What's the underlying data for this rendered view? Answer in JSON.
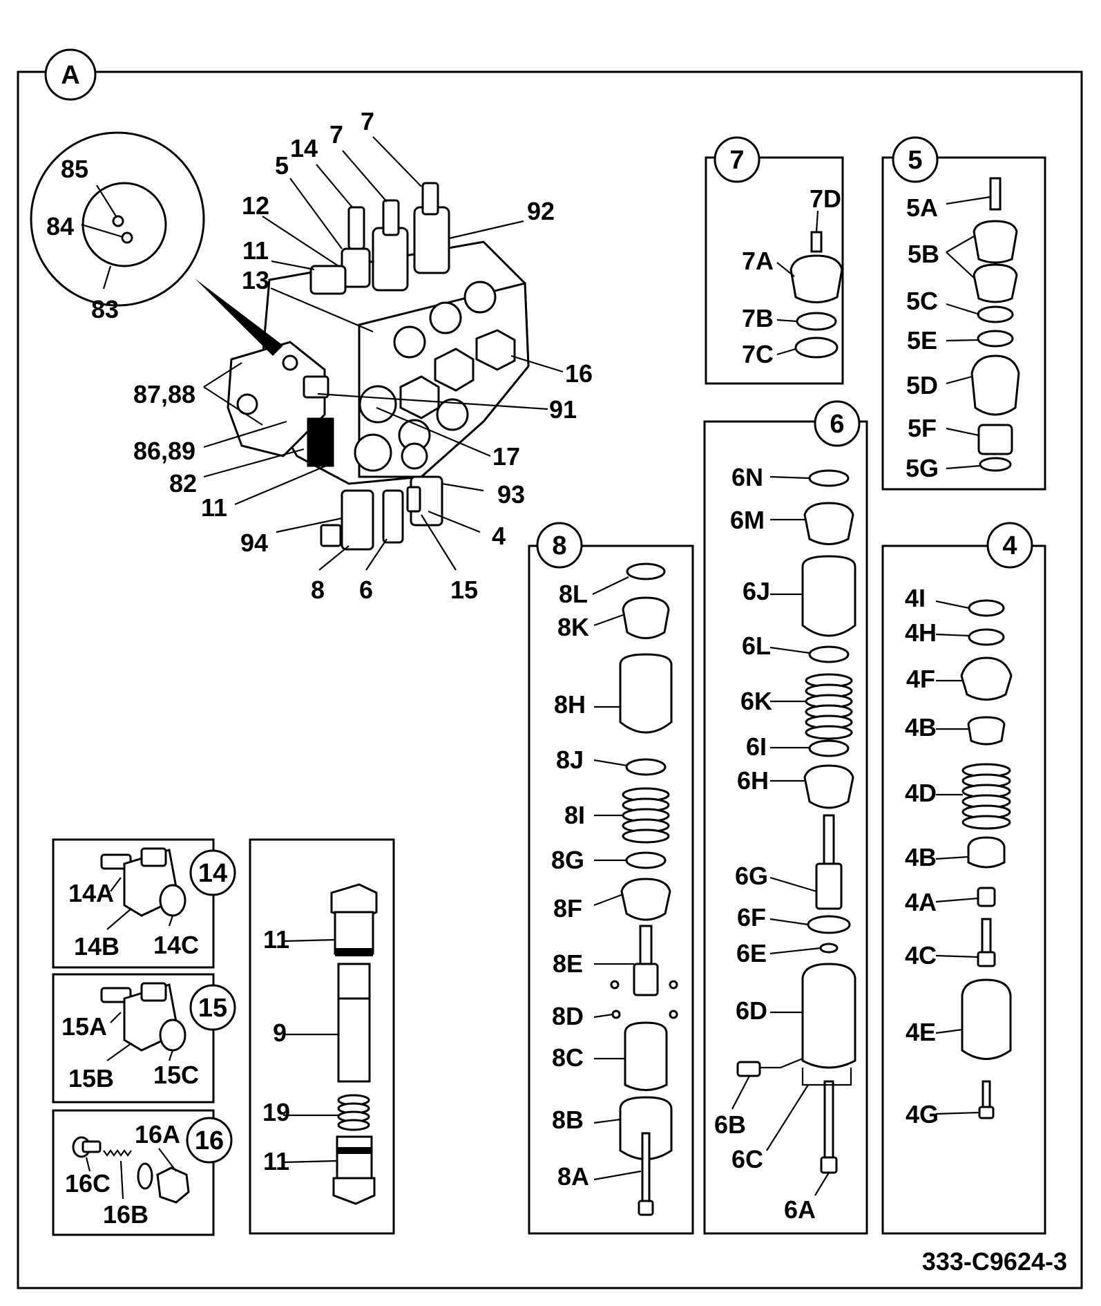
{
  "title_badge": "A",
  "reference_code": "333-C9624-3",
  "main_labels": {
    "l7a": "7",
    "l14": "14",
    "l7b": "7",
    "l5": "5",
    "l12": "12",
    "l92": "92",
    "l11a": "11",
    "l13": "13",
    "l16": "16",
    "l8788": "87,88",
    "l91": "91",
    "l8689": "86,89",
    "l17": "17",
    "l82": "82",
    "l11b": "11",
    "l93": "93",
    "l94": "94",
    "l4": "4",
    "l8": "8",
    "l6": "6",
    "l15": "15",
    "l85": "85",
    "l84": "84",
    "l83": "83"
  },
  "panel_7": {
    "badge": "7",
    "labels": [
      "7D",
      "7A",
      "7B",
      "7C"
    ]
  },
  "panel_5": {
    "badge": "5",
    "labels": [
      "5A",
      "5B",
      "5C",
      "5E",
      "5D",
      "5F",
      "5G"
    ]
  },
  "panel_6": {
    "badge": "6",
    "labels": [
      "6N",
      "6M",
      "6J",
      "6L",
      "6K",
      "6I",
      "6H",
      "6G",
      "6F",
      "6E",
      "6D",
      "6B",
      "6C",
      "6A"
    ]
  },
  "panel_8": {
    "badge": "8",
    "labels": [
      "8L",
      "8K",
      "8H",
      "8J",
      "8I",
      "8G",
      "8F",
      "8E",
      "8D",
      "8C",
      "8B",
      "8A"
    ]
  },
  "panel_4": {
    "badge": "4",
    "labels": [
      "4I",
      "4H",
      "4F",
      "4B",
      "4D",
      "4B",
      "4A",
      "4C",
      "4E",
      "4G"
    ]
  },
  "panel_14": {
    "badge": "14",
    "labels": [
      "14A",
      "14B",
      "14C"
    ]
  },
  "panel_15": {
    "badge": "15",
    "labels": [
      "15A",
      "15B",
      "15C"
    ]
  },
  "panel_16": {
    "badge": "16",
    "labels": [
      "16A",
      "16C",
      "16B"
    ]
  },
  "panel_9": {
    "labels": [
      "11",
      "9",
      "19",
      "11"
    ]
  }
}
